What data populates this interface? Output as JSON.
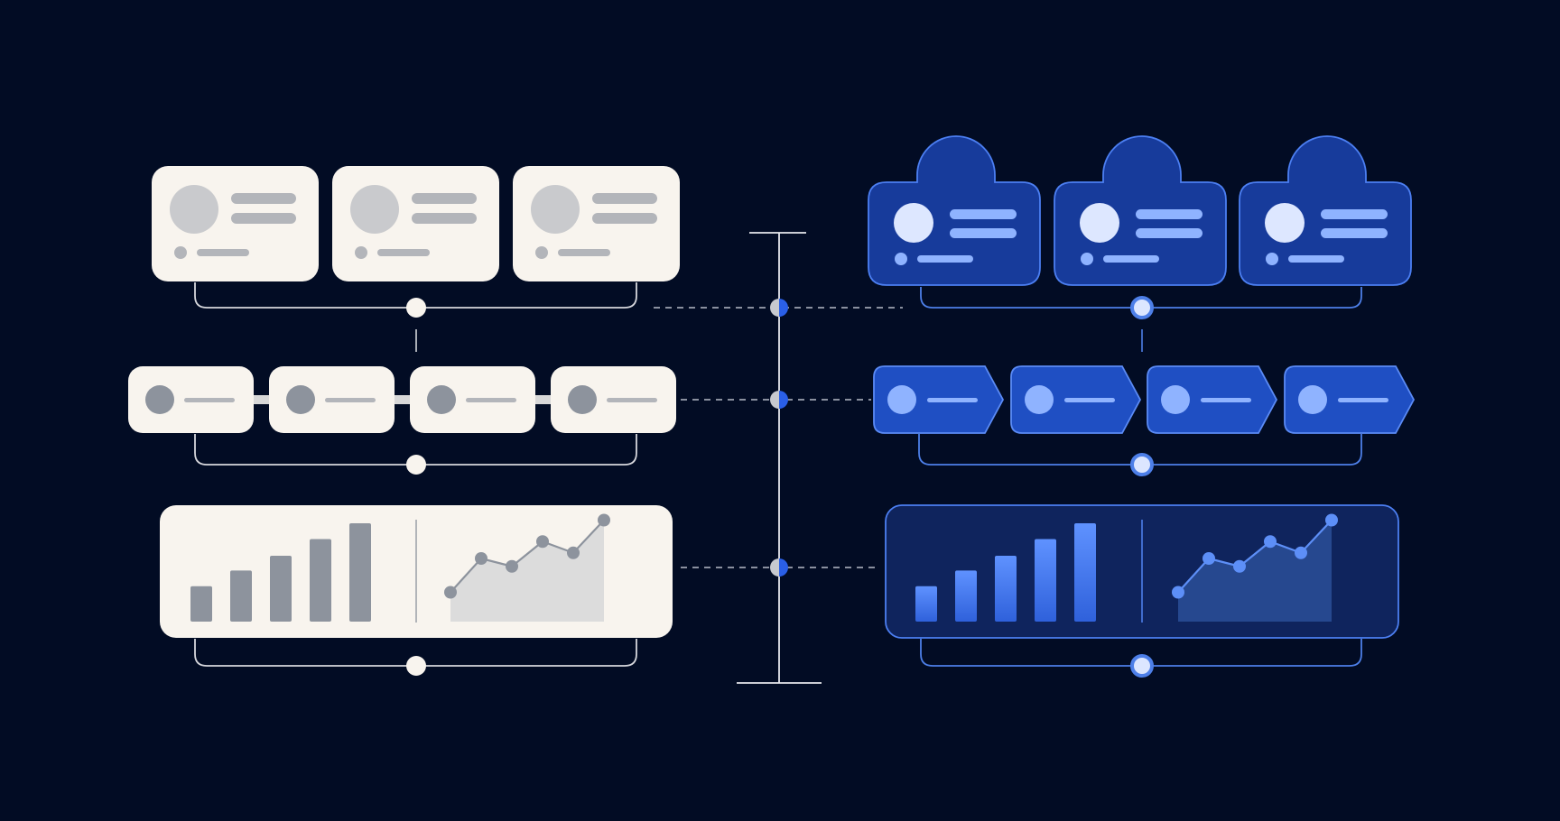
{
  "colors": {
    "background": "#020c24",
    "light_card": "#f8f4ee",
    "light_avatar": "#c9cacd",
    "light_line": "#b3b5ba",
    "light_bar": "#8d939d",
    "light_area": "#dcdcdc",
    "connector_light": "#d6d7dc",
    "axis": "#e8e9ee",
    "blue_card": "#173b9b",
    "blue_card_border": "#4c7ff2",
    "blue_step": "#1f4fc3",
    "blue_step_border": "#5b8bf5",
    "blue_avatar": "#dde7ff",
    "blue_line": "#8fb3ff",
    "blue_chart_panel": "#0f245d",
    "blue_bar_top": "#5f92ff",
    "blue_bar_bottom": "#2f61db",
    "blue_area": "#26488f",
    "blue_point": "#5d8ff7",
    "blue_node": "#2a5fe7",
    "connector_blue": "#4d7fe8",
    "dash": "#b8bcc8"
  },
  "legacy": {
    "profile_cards": 3,
    "pipeline_steps": 4
  },
  "modern": {
    "profile_cards": 3,
    "pipeline_steps": 4
  },
  "chart_data": [
    {
      "type": "bar",
      "categories": [
        "",
        "",
        "",
        "",
        ""
      ],
      "values": [
        3.6,
        5.2,
        6.7,
        8.4,
        10
      ],
      "ylim": [
        0,
        10
      ],
      "title": "",
      "xlabel": "",
      "ylabel": "",
      "grid": false
    },
    {
      "type": "area",
      "x": [
        1,
        2,
        3,
        4,
        5,
        6
      ],
      "values": [
        2.6,
        5.6,
        4.9,
        7.1,
        6.1,
        9.0
      ],
      "ylim": [
        0,
        10
      ],
      "title": "",
      "xlabel": "",
      "ylabel": "",
      "grid": false
    }
  ]
}
